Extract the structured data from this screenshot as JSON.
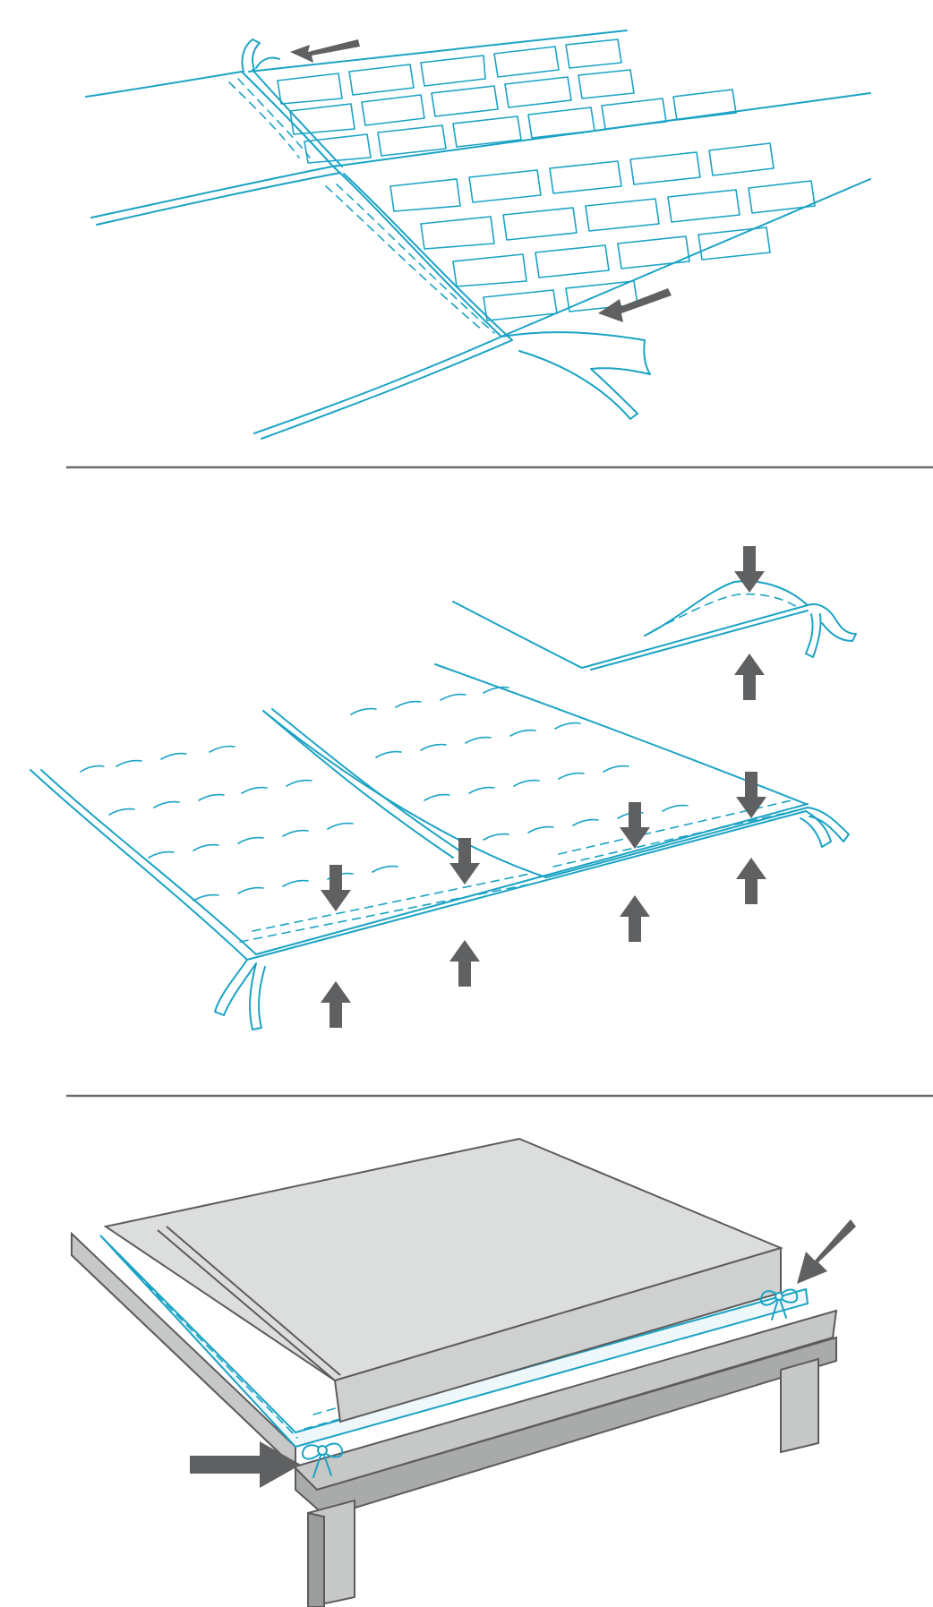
{
  "colors": {
    "line": "#1ba3c4",
    "arrow": "#5f6062",
    "divider": "#6b6b6b",
    "mattress": "#dcdedd",
    "frame": "#c6c8c7",
    "frame_dark": "#9b9d9c"
  },
  "panels": [
    {
      "name": "step-1-insert-tapes-under-grid",
      "arrows": 2
    },
    {
      "name": "step-2-fold-and-tie-pads",
      "arrows": 10
    },
    {
      "name": "step-3-place-on-bed-and-tie",
      "arrows": 2
    }
  ]
}
